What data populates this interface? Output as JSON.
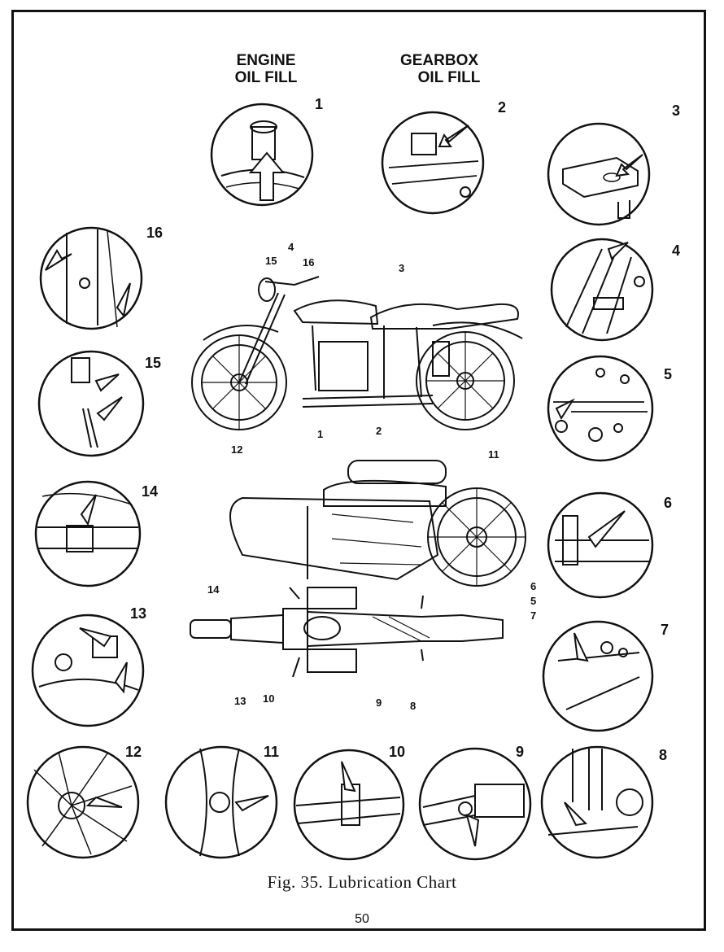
{
  "headings": {
    "engine_line1": "ENGINE",
    "engine_line2": "OIL FILL",
    "gearbox_line1": "GEARBOX",
    "gearbox_line2": "OIL FILL"
  },
  "detail_numbers": [
    "1",
    "2",
    "3",
    "4",
    "5",
    "6",
    "7",
    "8",
    "9",
    "10",
    "11",
    "12",
    "13",
    "14",
    "15",
    "16"
  ],
  "side_view_callouts": [
    "15",
    "4",
    "16",
    "3",
    "1",
    "2",
    "11",
    "12"
  ],
  "top_view_callouts": [
    "14",
    "6",
    "5",
    "7",
    "13",
    "10",
    "9",
    "8"
  ],
  "caption": "Fig. 35. Lubrication Chart",
  "page_number": "50"
}
